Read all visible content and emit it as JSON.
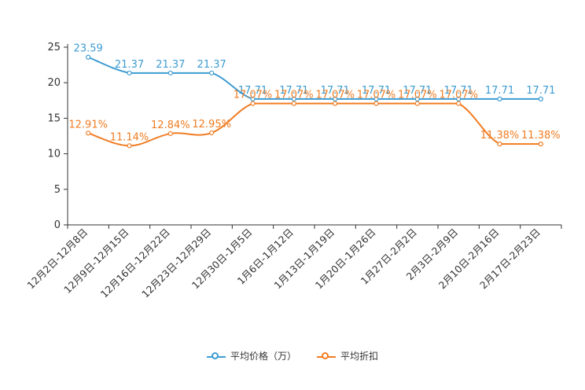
{
  "chart_data": {
    "type": "line",
    "categories": [
      "12月2日-12月8日",
      "12月9日-12月15日",
      "12月16日-12月22日",
      "12月23日-12月29日",
      "12月30日-1月5日",
      "1月6日-1月12日",
      "1月13日-1月19日",
      "1月20日-1月26日",
      "1月27日-2月2日",
      "2月3日-2月9日",
      "2月10日-2月16日",
      "2月17日-2月23日"
    ],
    "series": [
      {
        "name": "平均价格（万）",
        "color": "#3d9cd2",
        "values": [
          23.59,
          21.37,
          21.37,
          21.37,
          17.71,
          17.71,
          17.71,
          17.71,
          17.71,
          17.71,
          17.71,
          17.71
        ],
        "labels": [
          "23.59",
          "21.37",
          "21.37",
          "21.37",
          "17.71",
          "17.71",
          "17.71",
          "17.71",
          "17.71",
          "17.71",
          "17.71",
          "17.71"
        ]
      },
      {
        "name": "平均折扣",
        "color": "#f07c22",
        "values": [
          12.91,
          11.14,
          12.84,
          12.95,
          17.07,
          17.07,
          17.07,
          17.07,
          17.07,
          17.07,
          11.38,
          11.38
        ],
        "labels": [
          "12.91%",
          "11.14%",
          "12.84%",
          "12.95%",
          "17.07%",
          "17.07%",
          "17.07%",
          "17.07%",
          "17.07%",
          "17.07%",
          "11.38%",
          "11.38%"
        ]
      }
    ],
    "yticks": [
      0,
      5,
      10,
      15,
      20,
      25
    ],
    "ylim": [
      0,
      25
    ],
    "grid": false,
    "legend_position": "bottom"
  }
}
